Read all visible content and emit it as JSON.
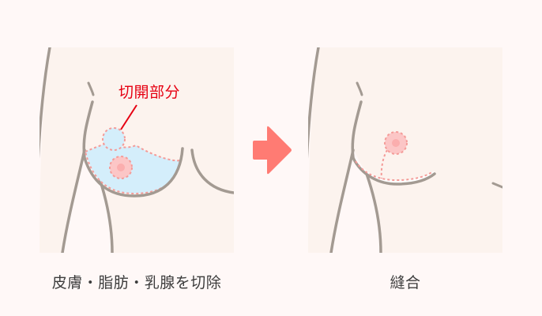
{
  "diagram": {
    "before": {
      "caption": "皮膚・脂肪・乳腺を切除",
      "callout_label": "切開部分"
    },
    "after": {
      "caption": "縫合"
    },
    "arrow": {
      "direction": "right"
    },
    "colors": {
      "background": "#fff8f7",
      "panel_fill": "#fcf3ee",
      "body_outline": "#a39a92",
      "excision_fill": "#d4eefb",
      "incision_dash": "#f49b98",
      "areola_fill": "#fcc6c6",
      "nipple_fill": "#fbaeae",
      "callout_text": "#e60012",
      "arrow_fill": "#ff7b73",
      "caption_text": "#3c3c3c"
    }
  }
}
